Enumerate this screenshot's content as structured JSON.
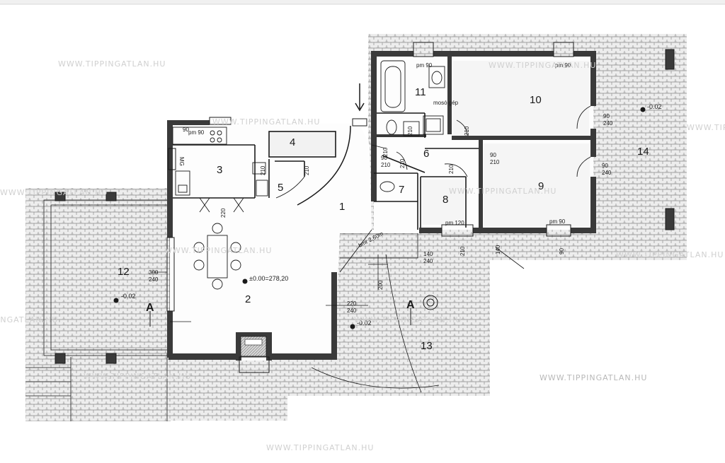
{
  "rooms": [
    {
      "id": "1",
      "label": "1"
    },
    {
      "id": "2",
      "label": "2"
    },
    {
      "id": "3",
      "label": "3"
    },
    {
      "id": "4",
      "label": "4"
    },
    {
      "id": "5",
      "label": "5"
    },
    {
      "id": "6",
      "label": "6"
    },
    {
      "id": "7",
      "label": "7"
    },
    {
      "id": "8",
      "label": "8"
    },
    {
      "id": "9",
      "label": "9"
    },
    {
      "id": "10",
      "label": "10"
    },
    {
      "id": "11",
      "label": "11"
    },
    {
      "id": "12",
      "label": "12"
    },
    {
      "id": "13",
      "label": "13"
    },
    {
      "id": "14",
      "label": "14"
    }
  ],
  "levels": {
    "main": "±0.00=278,20",
    "left": "-0.02",
    "terrace": "-0.02",
    "right": "-0.02"
  },
  "annotations": {
    "pm90": "pm 90",
    "pm120": "pm 120",
    "mg": "MG",
    "mosogep": "mosó\ngép",
    "bmr": "bmr 2,60m",
    "section_a": "A"
  },
  "dimensions": {
    "d220": "220",
    "d240": "240",
    "d90": "90",
    "d210": "210",
    "d140": "140",
    "d300": "300",
    "d200": "200"
  },
  "watermark": "WWW.TIPPINGATLAN.HU",
  "colors": {
    "wall": "#3a3a3a",
    "tile": "#9a9a9a",
    "room_fill": "#f4f4f4",
    "watermark": "#d0d0d0",
    "line": "#1a1a1a"
  }
}
